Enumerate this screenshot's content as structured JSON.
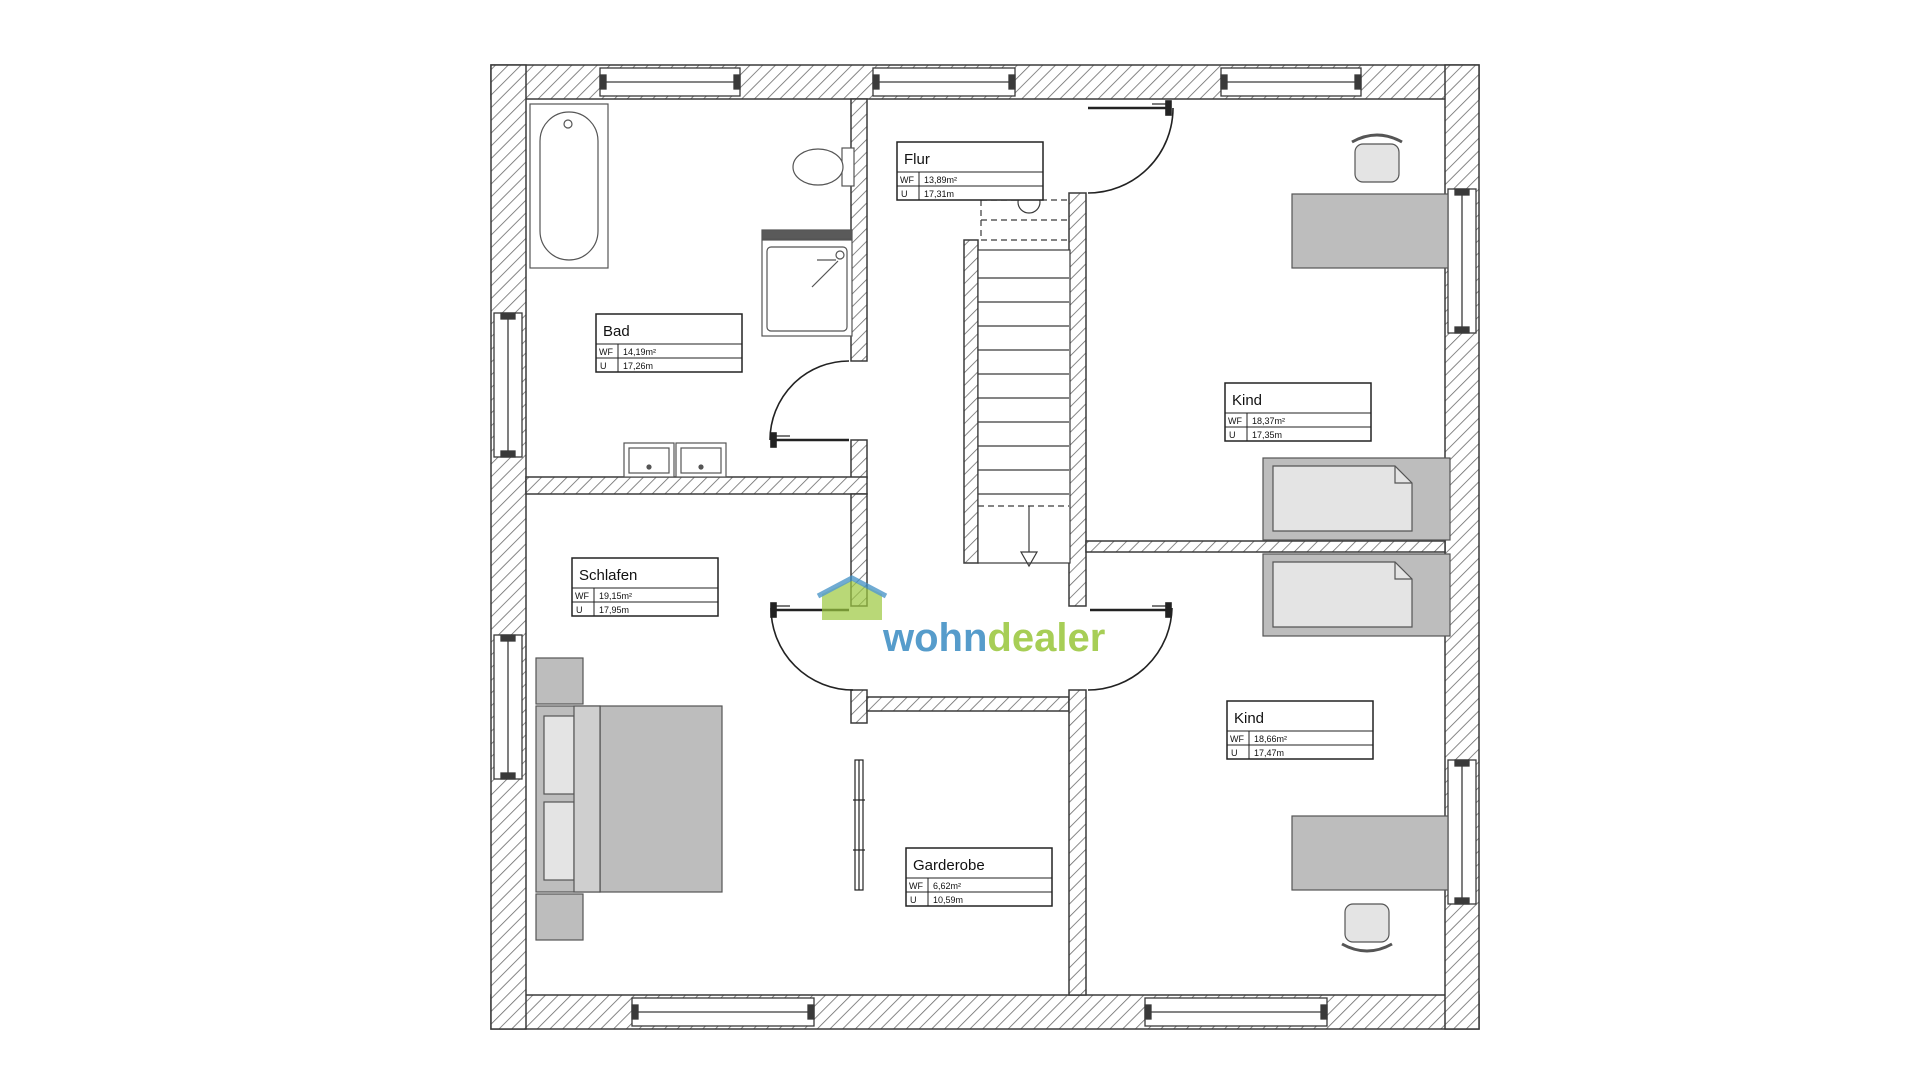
{
  "watermark": {
    "brand_part1": "wohn",
    "brand_part2": "dealer",
    "color_part1": "#3f8fc4",
    "color_part2": "#9cc83f"
  },
  "legend_abbreviations": {
    "area": "WF",
    "perimeter": "U"
  },
  "rooms": [
    {
      "id": "bad",
      "name": "Bad",
      "area": "14,19m²",
      "perimeter": "17,26m"
    },
    {
      "id": "flur",
      "name": "Flur",
      "area": "13,89m²",
      "perimeter": "17,31m"
    },
    {
      "id": "kind-1",
      "name": "Kind",
      "area": "18,37m²",
      "perimeter": "17,35m"
    },
    {
      "id": "schlafen",
      "name": "Schlafen",
      "area": "19,15m²",
      "perimeter": "17,95m"
    },
    {
      "id": "kind-2",
      "name": "Kind",
      "area": "18,66m²",
      "perimeter": "17,47m"
    },
    {
      "id": "garderobe",
      "name": "Garderobe",
      "area": "6,62m²",
      "perimeter": "10,59m"
    }
  ],
  "colors": {
    "wall_stroke": "#3a3a3a",
    "hatch": "#6a6a6a",
    "furniture_fill": "#bdbdbd",
    "furniture_light": "#e4e4e4"
  }
}
